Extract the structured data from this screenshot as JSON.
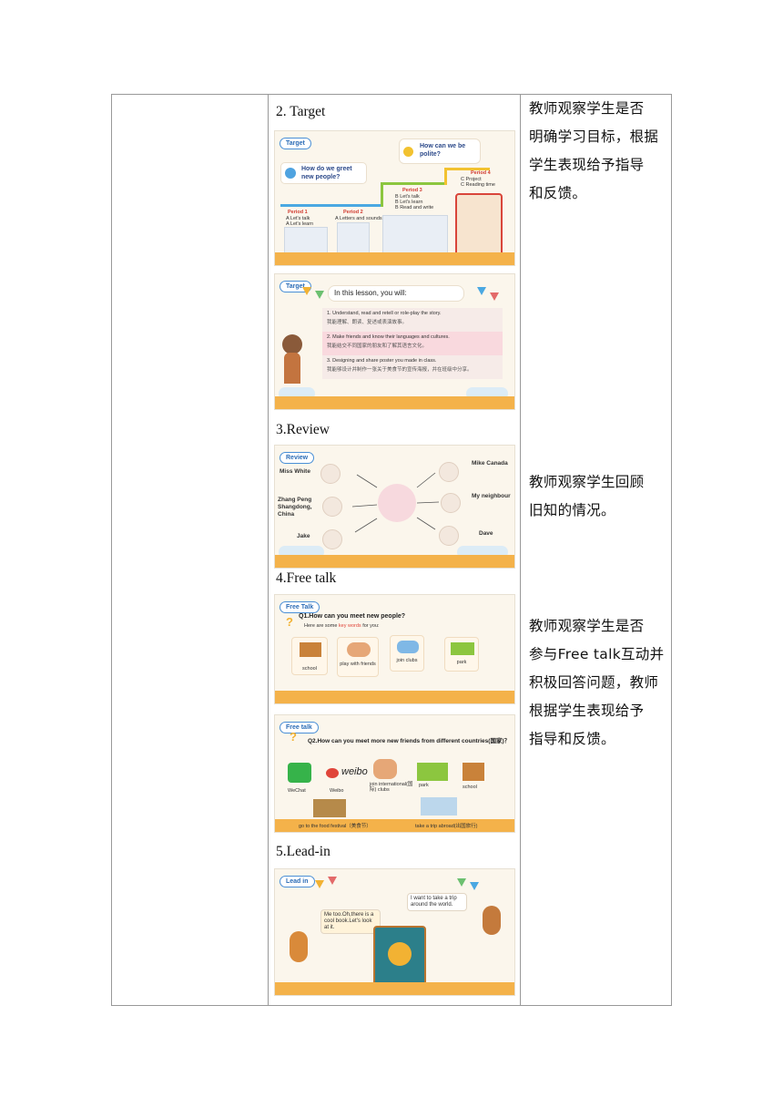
{
  "sections": {
    "target": "2. Target",
    "review": "3.Review",
    "free_talk": "4.Free talk",
    "lead_in": "5.Lead-in"
  },
  "notes": {
    "target": [
      "教师观察学生是否",
      "明确学习目标，根据",
      "学生表现给予指导",
      "和反馈。"
    ],
    "review": [
      "教师观察学生回顾",
      "旧知的情况。"
    ],
    "free_talk": [
      "教师观察学生是否",
      "参与Free talk互动并",
      "积极回答问题，教师",
      "根据学生表现给予",
      "指导和反馈。"
    ]
  },
  "slide1": {
    "tag": "Target",
    "q_right": "How can we be polite?",
    "q_left": "How do we greet new people?",
    "p1": "Period 1",
    "p1a": "A Let's talk",
    "p1b": "A Let's learn",
    "p2": "Period 2",
    "p2a": "A Letters and sounds",
    "p3": "Period 3",
    "p3a": "B Let's talk",
    "p3b": "B Let's learn",
    "p3c": "B Read and write",
    "p4": "Period 4",
    "p4a": "C Project",
    "p4b": "C Reading time"
  },
  "slide2": {
    "tag": "Target",
    "heading": "In this lesson, you will:",
    "g1_en": "1. Understand, read and retell or role-play the story.",
    "g1_zh": "我能理解、朗读、复述或表演故事。",
    "g2_en": "2. Make friends and know their languages and cultures.",
    "g2_zh": "我能结交不同国家的朋友和了解其语言文化。",
    "g3_en": "3. Designing and share poster you made in class.",
    "g3_zh": "我能够设计并制作一张关于美食节的宣传海报，并在班级中分享。"
  },
  "slide3": {
    "tag": "Review",
    "miss_white": "Miss White",
    "zhang_peng": "Zhang Peng Shangdong, China",
    "jake": "Jake",
    "mike": "Mike Canada",
    "neighbour": "My neighbour",
    "dave": "Dave"
  },
  "slide4": {
    "tag": "Free Talk",
    "question": "Q1.How can you meet new people?",
    "sub_pre": "Here are some ",
    "sub_key": "key words",
    "sub_post": " for you:",
    "items": [
      "school",
      "play with friends",
      "join clubs",
      "park"
    ]
  },
  "slide5": {
    "tag": "Free talk",
    "question": "Q2.How can you meet more new friends from different countries(国家)？",
    "wechat": "WeChat",
    "weibo": "Weibo",
    "weibo_logo": "weibo",
    "join": "join international(国际) clubs",
    "park": "park",
    "school": "school",
    "food": "go to the food festival（美食节）",
    "trip": "take a trip abroad(出国旅行)"
  },
  "slide6": {
    "tag": "Lead in",
    "right_bubble": "I want to take a trip around the world.",
    "left_bubble": "Me too.Oh,there is a cool book.Let's look at it."
  },
  "colors": {
    "ground": "#f4b24a",
    "tag_blue": "#2b6cb6",
    "key_red": "#e0453a"
  }
}
